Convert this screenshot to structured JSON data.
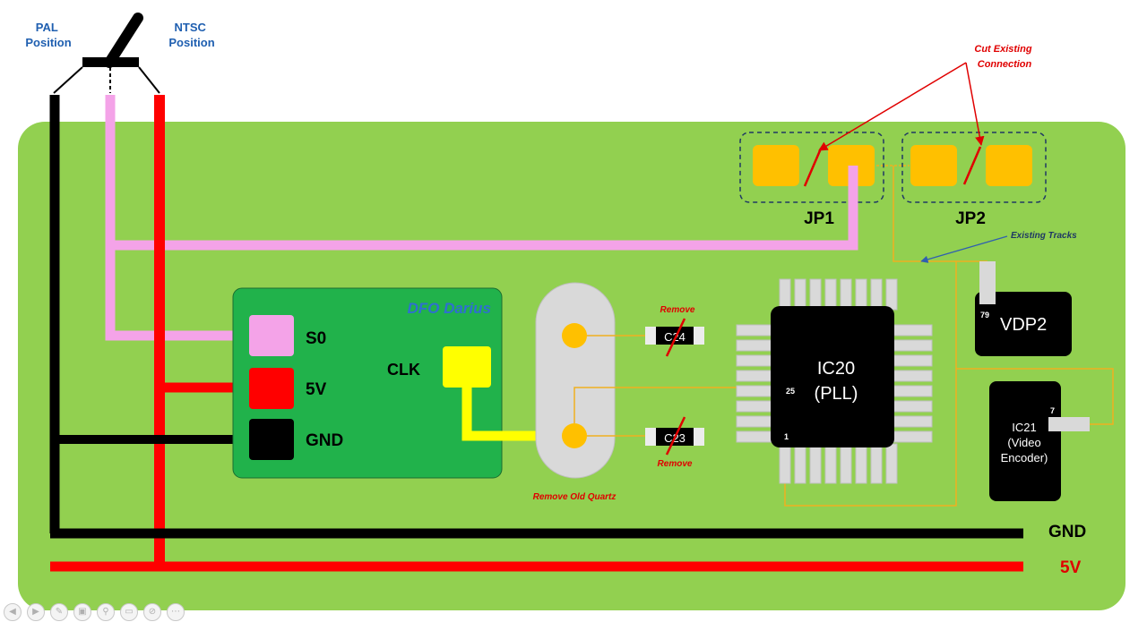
{
  "switch": {
    "pal_label": "PAL\nPosition",
    "ntsc_label": "NTSC\nPosition"
  },
  "jumpers": {
    "jp1_label": "JP1",
    "jp2_label": "JP2",
    "cut_note": "Cut Existing\nConnection",
    "tracks_note": "Existing Tracks"
  },
  "module": {
    "title": "DFO Darius",
    "pin_s0": "S0",
    "pin_5v": "5V",
    "pin_gnd": "GND",
    "clk": "CLK"
  },
  "quartz_note": "Remove Old Quartz",
  "caps": {
    "c24": "C24",
    "c23": "C23",
    "remove_top": "Remove",
    "remove_bottom": "Remove"
  },
  "ic20": {
    "name": "IC20",
    "sub": "(PLL)",
    "pin25": "25",
    "pin1": "1"
  },
  "vdp2": {
    "name": "VDP2",
    "pin": "79"
  },
  "ic21": {
    "name": "IC21",
    "sub1": "(Video",
    "sub2": "Encoder)",
    "pin": "7"
  },
  "rails": {
    "gnd": "GND",
    "v5": "5V"
  },
  "colors": {
    "board": "#92d050",
    "module": "#21b24b",
    "pink": "#f4a3e8",
    "red": "#ff0000",
    "black": "#000000",
    "yellow": "#ffff00",
    "gold": "#ffc000",
    "trace": "#f0b020",
    "chip": "#000000",
    "blue_label": "#1f5fb0",
    "blue_dark": "#1f3864",
    "note_red": "#e00000"
  },
  "toolbar": {
    "icons": [
      "prev-icon",
      "next-icon",
      "pen-icon",
      "save-icon",
      "zoom-icon",
      "window-icon",
      "no-entry-icon",
      "more-icon"
    ]
  }
}
